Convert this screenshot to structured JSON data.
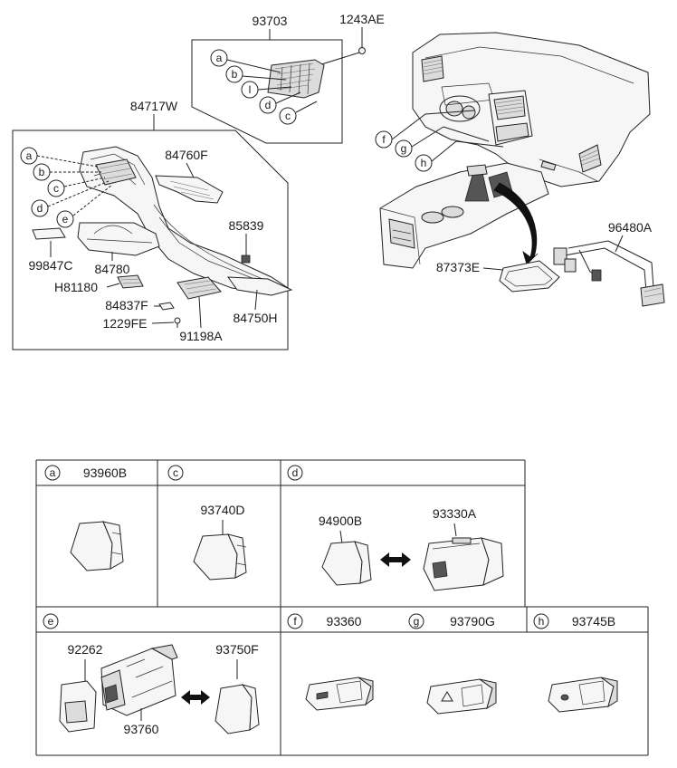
{
  "parts": {
    "p93703": "93703",
    "p1243AE": "1243AE",
    "p84717W": "84717W",
    "p84760F": "84760F",
    "p85839": "85839",
    "p99847C": "99847C",
    "p84780": "84780",
    "pH81180": "H81180",
    "p84837F": "84837F",
    "p1229FE": "1229FE",
    "p91198A": "91198A",
    "p84750H": "84750H",
    "p96480A": "96480A",
    "p87373E": "87373E"
  },
  "callouts": {
    "a": "a",
    "b": "b",
    "c": "c",
    "d": "d",
    "e": "e",
    "f": "f",
    "g": "g",
    "h": "h",
    "l": "l"
  },
  "table": {
    "cell_a": {
      "letter": "a",
      "part": "93960B"
    },
    "cell_c": {
      "letter": "c",
      "part": "93740D"
    },
    "cell_d": {
      "letter": "d",
      "part_left": "94900B",
      "part_right": "93330A"
    },
    "cell_e": {
      "letter": "e",
      "part_1": "92262",
      "part_2": "93760",
      "part_3": "93750F"
    },
    "cell_f": {
      "letter": "f",
      "part": "93360"
    },
    "cell_g": {
      "letter": "g",
      "part": "93790G"
    },
    "cell_h": {
      "letter": "h",
      "part": "93745B"
    }
  }
}
